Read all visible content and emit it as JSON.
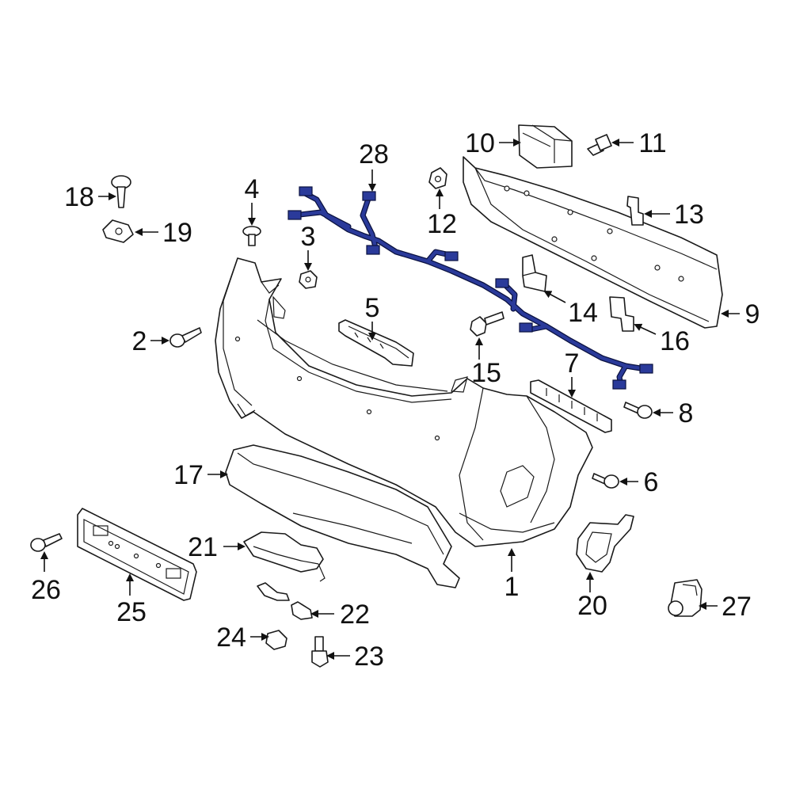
{
  "diagram": {
    "accent_color": "#2a3a9a",
    "line_color": "#1a1a1a",
    "callouts": [
      "1",
      "2",
      "3",
      "4",
      "5",
      "6",
      "7",
      "8",
      "9",
      "10",
      "11",
      "12",
      "13",
      "14",
      "15",
      "16",
      "17",
      "18",
      "19",
      "20",
      "21",
      "22",
      "23",
      "24",
      "25",
      "26",
      "27",
      "28"
    ]
  }
}
